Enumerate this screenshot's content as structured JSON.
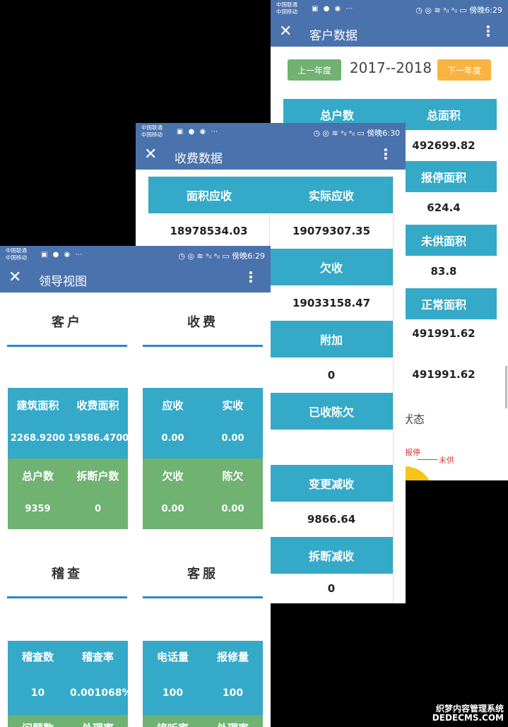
{
  "screen_customer": {
    "carrier_1": "中国联通",
    "carrier_2": "中国移动",
    "status_icons": "▣ ● ◉ ⋯",
    "status_right": "◷ ◎ ≋ ᵃᵢₗ ᵃᵢₗ ▭ 傍晚6:29",
    "title": "客户数据",
    "prev_year": "上一年度",
    "year": "2017--2018",
    "next_year": "下一年度",
    "header_households": "总户数",
    "header_area": "总面积",
    "total_area": "492699.82",
    "stop_area_label": "报停面积",
    "stop_area": "624.4",
    "unsupplied_label": "未供面积",
    "unsupplied": "83.8",
    "normal_label": "正常面积",
    "normal": "491991.62",
    "row_extra": "491991.62",
    "status_partial": "状态",
    "pie_stop": "报停",
    "pie_unsupplied": "未供"
  },
  "screen_fee": {
    "carrier_1": "中国联通",
    "carrier_2": "中国移动",
    "status_icons": "▣ ● ◉ ⋯",
    "status_right": "◷ ◎ ≋ ᵃᵢₗ ᵃᵢₗ ▭ 傍晚6:30",
    "title": "收费数据",
    "area_receivable_label": "面积应收",
    "area_receivable": "18978534.03",
    "actual_receivable_label": "实际应收",
    "actual_receivable": "19079307.35",
    "arrears_label": "欠收",
    "arrears": "19033158.47",
    "extra_label": "附加",
    "extra": "0",
    "collected_old_label": "已收陈欠",
    "change_reduce_label": "变更减收",
    "change_reduce": "9866.64",
    "disconnect_reduce_label": "拆断减收",
    "disconnect_reduce": "0"
  },
  "screen_leader": {
    "carrier_1": "中国联通",
    "carrier_2": "中国移动",
    "status_icons": "▣ ● ◉ ⋯",
    "status_right": "◷ ◎ ≋ ᵃᵢₗ ᵃᵢₗ ▭ 傍晚6:29",
    "title": "领导视图",
    "sec_customer": "客户",
    "sec_fee": "收费",
    "sec_audit": "稽查",
    "sec_service": "客服",
    "building_area_label": "建筑面积",
    "building_area": "2268.9200",
    "fee_area_label": "收费面积",
    "fee_area": "19586.4700",
    "households_label": "总户数",
    "households": "9359",
    "disconnect_label": "拆断户数",
    "disconnect": "0",
    "receivable_label": "应收",
    "receivable": "0.00",
    "received_label": "实收",
    "received": "0.00",
    "arrears_label": "欠收",
    "arrears": "0.00",
    "old_arrears_label": "陈欠",
    "old_arrears": "0.00",
    "audit_count_label": "稽查数",
    "audit_count": "10",
    "audit_rate_label": "稽查率",
    "audit_rate": "0.001068%",
    "problems_label": "问题数",
    "handle_rate_label": "处理率",
    "calls_label": "电话量",
    "calls": "100",
    "repairs_label": "报修量",
    "repairs": "100",
    "accept_rate_label": "接听率",
    "handle_rate2_label": "处理率"
  },
  "watermark_1": "织梦内容管理系统",
  "watermark_2": "DEDECMS.COM"
}
